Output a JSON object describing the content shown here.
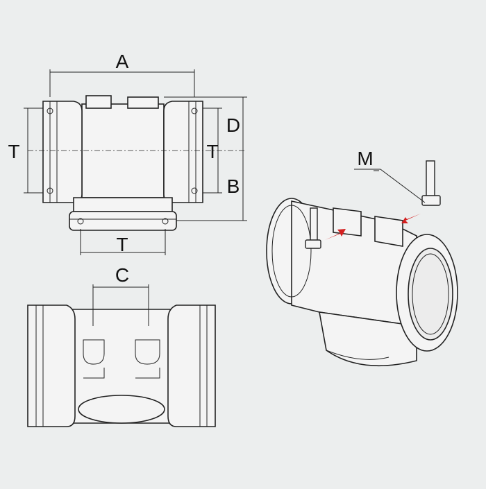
{
  "labels": {
    "a": "A",
    "b": "B",
    "c": "C",
    "d": "D",
    "m": "M",
    "t_left": "T",
    "t_middle": "T",
    "t_bottom": "T"
  },
  "colors": {
    "background": "#eceeee",
    "part_fill": "#f4f4f4",
    "line": "#222222",
    "arrow": "#d31f1f"
  }
}
